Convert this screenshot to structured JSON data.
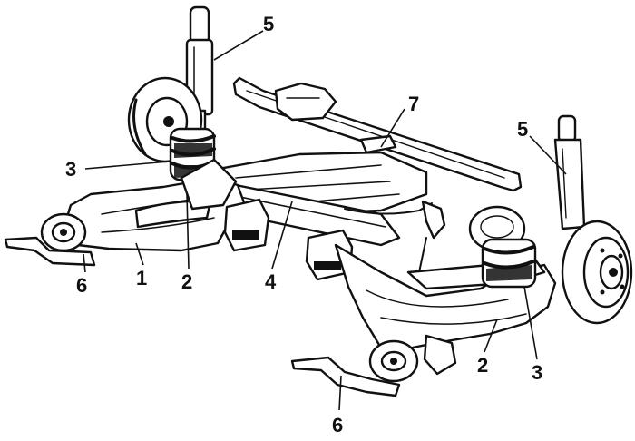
{
  "diagram": {
    "callouts": [
      {
        "id": "c5a",
        "text": "5"
      },
      {
        "id": "c7",
        "text": "7"
      },
      {
        "id": "c5b",
        "text": "5"
      },
      {
        "id": "c3a",
        "text": "3"
      },
      {
        "id": "c6a",
        "text": "6"
      },
      {
        "id": "c1",
        "text": "1"
      },
      {
        "id": "c2a",
        "text": "2"
      },
      {
        "id": "c4",
        "text": "4"
      },
      {
        "id": "c2b",
        "text": "2"
      },
      {
        "id": "c3b",
        "text": "3"
      },
      {
        "id": "c6b",
        "text": "6"
      }
    ]
  }
}
